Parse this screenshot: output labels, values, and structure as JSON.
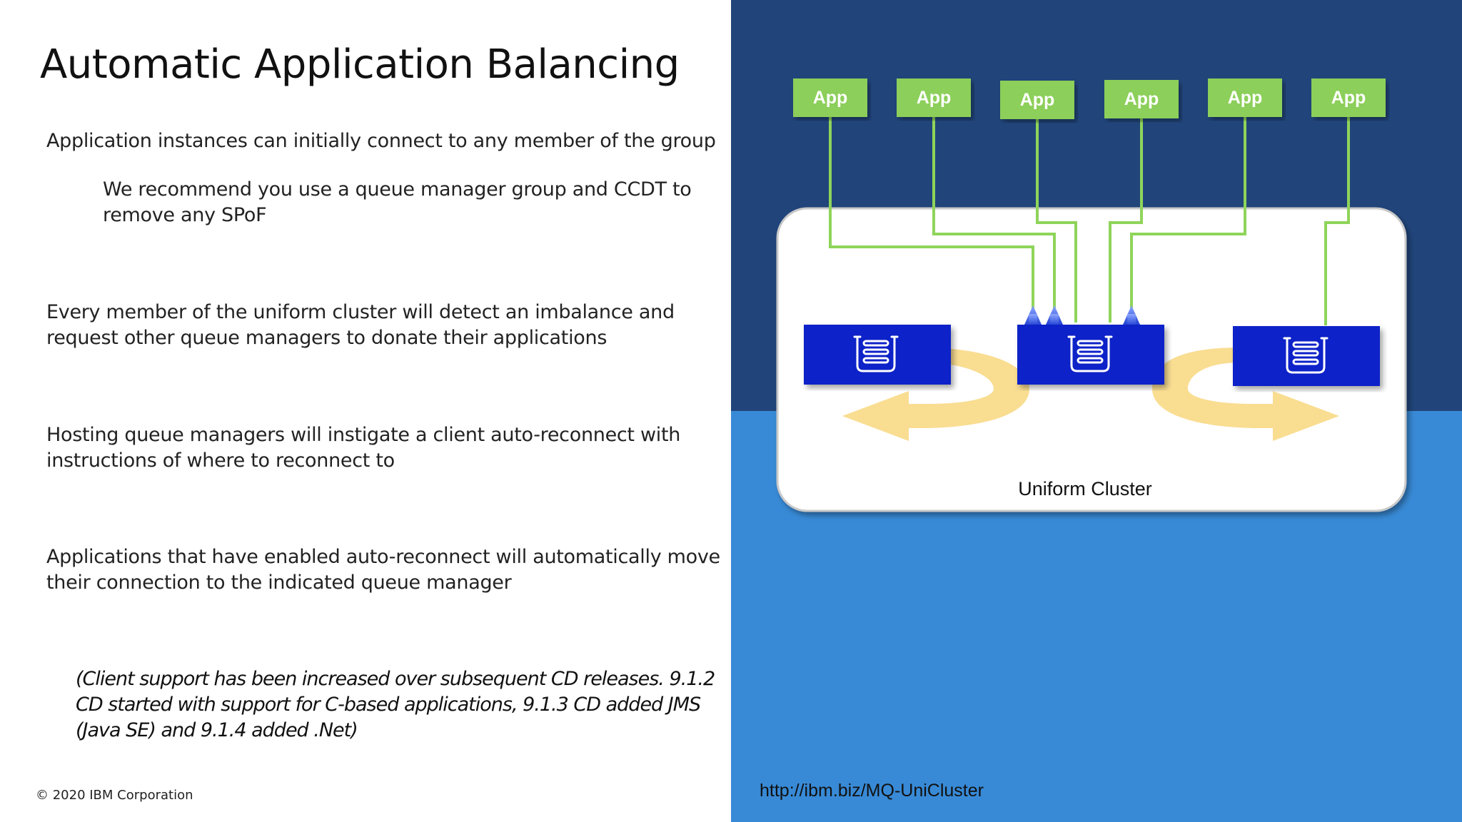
{
  "slide": {
    "title": "Automatic Application Balancing",
    "paragraphs": [
      "Application instances can initially connect to any member of the group",
      "We recommend you use a queue manager group and CCDT to remove any SPoF",
      "Every member of the uniform cluster will detect an imbalance and request other queue managers to donate their applications",
      "Hosting queue managers will instigate a client auto-reconnect with instructions of where to reconnect to",
      "Applications that have enabled auto-reconnect will automatically move their connection to the indicated queue manager"
    ],
    "note": "(Client support has been increased over subsequent CD releases. 9.1.2 CD started with support for C-based applications, 9.1.3 CD added JMS (Java SE) and 9.1.4 added .Net)",
    "copyright": "© 2020 IBM Corporation"
  },
  "diagram": {
    "apps": [
      "App",
      "App",
      "App",
      "App",
      "App",
      "App"
    ],
    "cluster_label": "Uniform Cluster",
    "queue_manager_icon": "queue-icon",
    "url": "http://ibm.biz/MQ-UniCluster",
    "colors": {
      "dark_blue": "#21457b",
      "light_blue": "#388ad6",
      "app_green": "#8ccf5a",
      "line_green": "#8fd45a",
      "qm_blue": "#0a22c8",
      "arrow_yellow": "#f8d77e"
    }
  }
}
